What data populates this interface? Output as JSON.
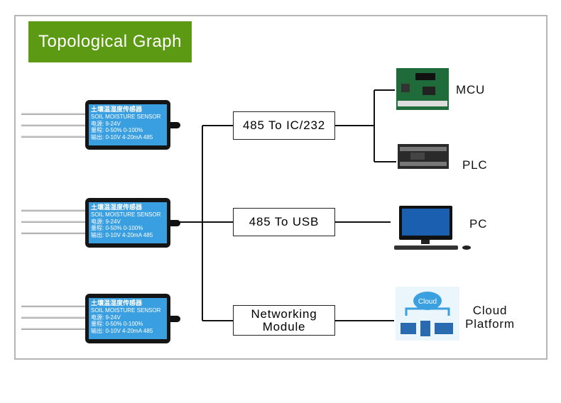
{
  "title": "Topological Graph",
  "colors": {
    "title_bg": "#5c9a14",
    "frame": "#b5b5b5",
    "sensor_screen": "#3a9fe0"
  },
  "sensor": {
    "name_cn": "土壤温湿度传感器",
    "name_en": "SOIL MOISTURE SENSOR",
    "line1": "电源: 9-24V",
    "line2": "量程: 0-50%  0-100%",
    "line3": "输出: 0-10V  4-20mA  485"
  },
  "converters": [
    {
      "label": "485 To IC/232"
    },
    {
      "label": "485 To USB"
    },
    {
      "label": "Networking Module"
    }
  ],
  "devices": [
    {
      "label": "MCU",
      "icon": "circuit-board-icon"
    },
    {
      "label": "PLC",
      "icon": "plc-icon"
    },
    {
      "label": "PC",
      "icon": "desktop-computer-icon"
    },
    {
      "label": "Cloud Platform",
      "icon": "cloud-icon",
      "cloud_text": "Cloud"
    }
  ]
}
